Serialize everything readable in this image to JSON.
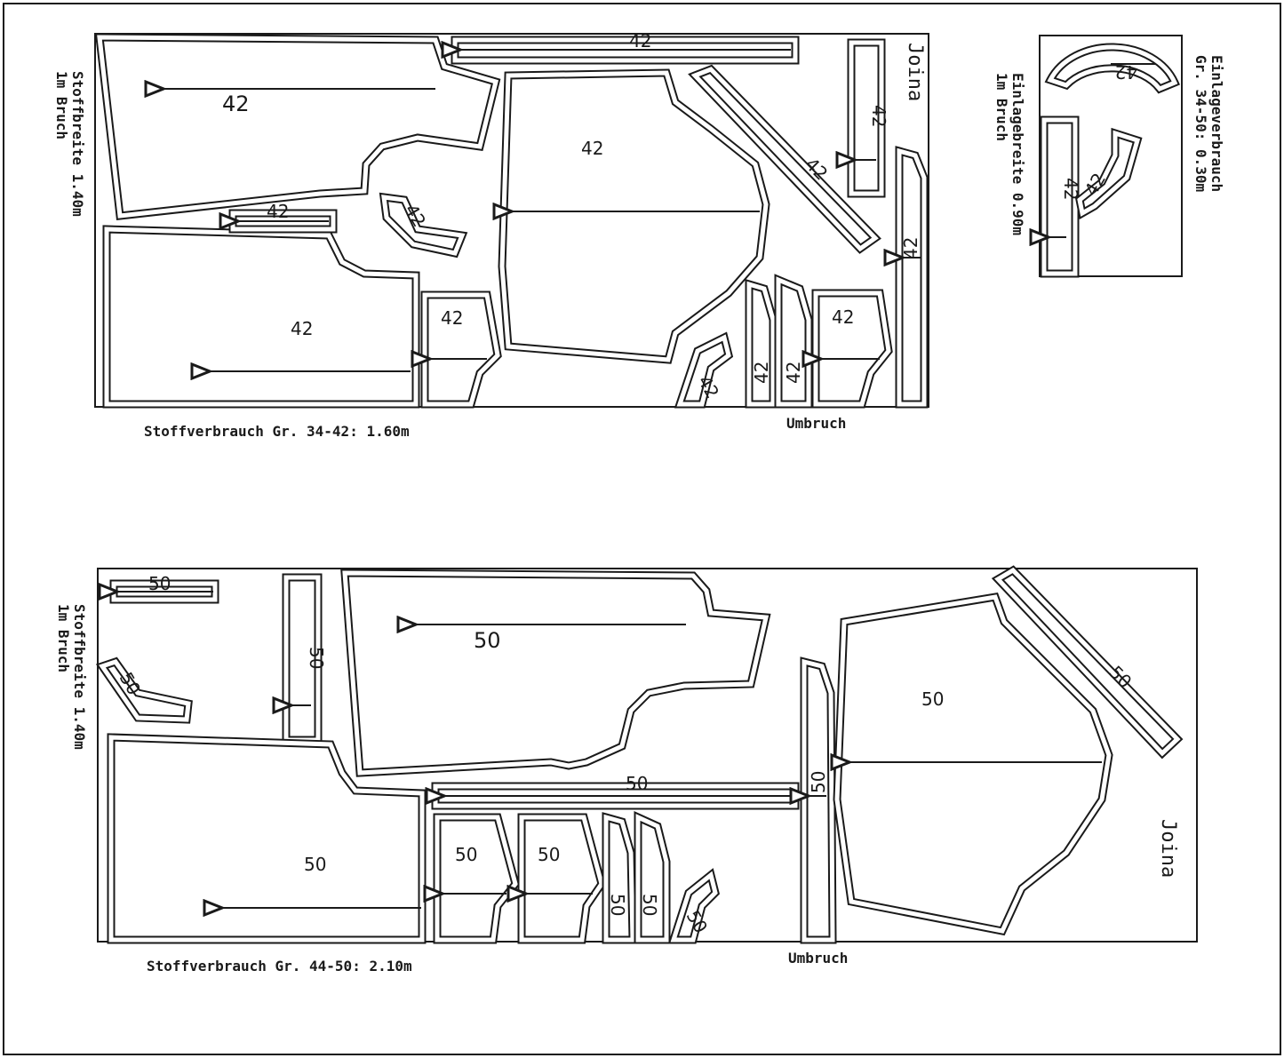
{
  "layout_top": {
    "fabric_width": "Stoffbreite 1.40m",
    "fold_note": "1m Bruch",
    "consumption": "Stoffverbrauch Gr. 34-42: 1.60m",
    "fold_label": "Umbruch",
    "brand": "Joina",
    "size": "42"
  },
  "interfacing": {
    "consumption_title": "Einlageverbrauch",
    "consumption_value": "Gr. 34-50: 0.30m",
    "width": "Einlagebreite 0.90m",
    "fold_note": "1m Bruch",
    "size": "42"
  },
  "layout_bottom": {
    "fabric_width": "Stoffbreite 1.40m",
    "fold_note": "1m Bruch",
    "consumption": "Stoffverbrauch Gr. 44-50: 2.10m",
    "fold_label": "Umbruch",
    "brand": "Joina",
    "size": "50"
  }
}
